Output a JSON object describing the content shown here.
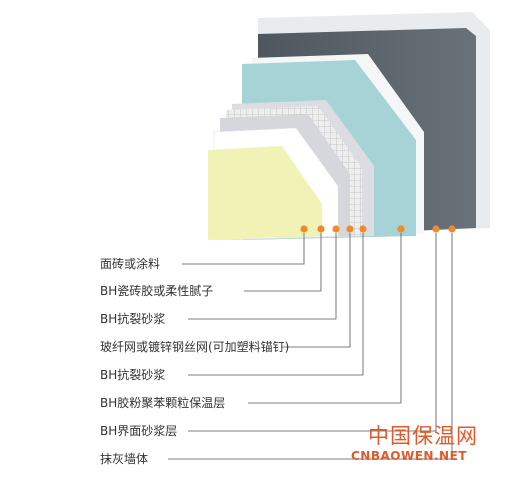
{
  "layers": [
    {
      "label": "面砖或涂料",
      "color": "#f1f3b6"
    },
    {
      "label": "BH瓷砖胶或柔性腻子",
      "color": "#ffffff"
    },
    {
      "label": "BH抗裂砂浆",
      "color": "#d6d7dd"
    },
    {
      "label": "玻纤网或镀锌钢丝网(可加塑料锚钉)",
      "color": "#e6e6e6"
    },
    {
      "label": "BH抗裂砂浆",
      "color": "#dcdde2"
    },
    {
      "label": "BH胶粉聚苯颗粒保温层",
      "color": "#a6d3d6"
    },
    {
      "label": "BH界面砂浆层",
      "color": "#ffffff"
    },
    {
      "label": "抹灰墙体",
      "color": "#5a6269"
    }
  ],
  "watermark": {
    "cn": "中国保温网",
    "en": "CNBAOWEN.NET"
  },
  "colors": {
    "marker": "#f08a2e",
    "line": "#555555",
    "watermark": "#e05a2b"
  }
}
